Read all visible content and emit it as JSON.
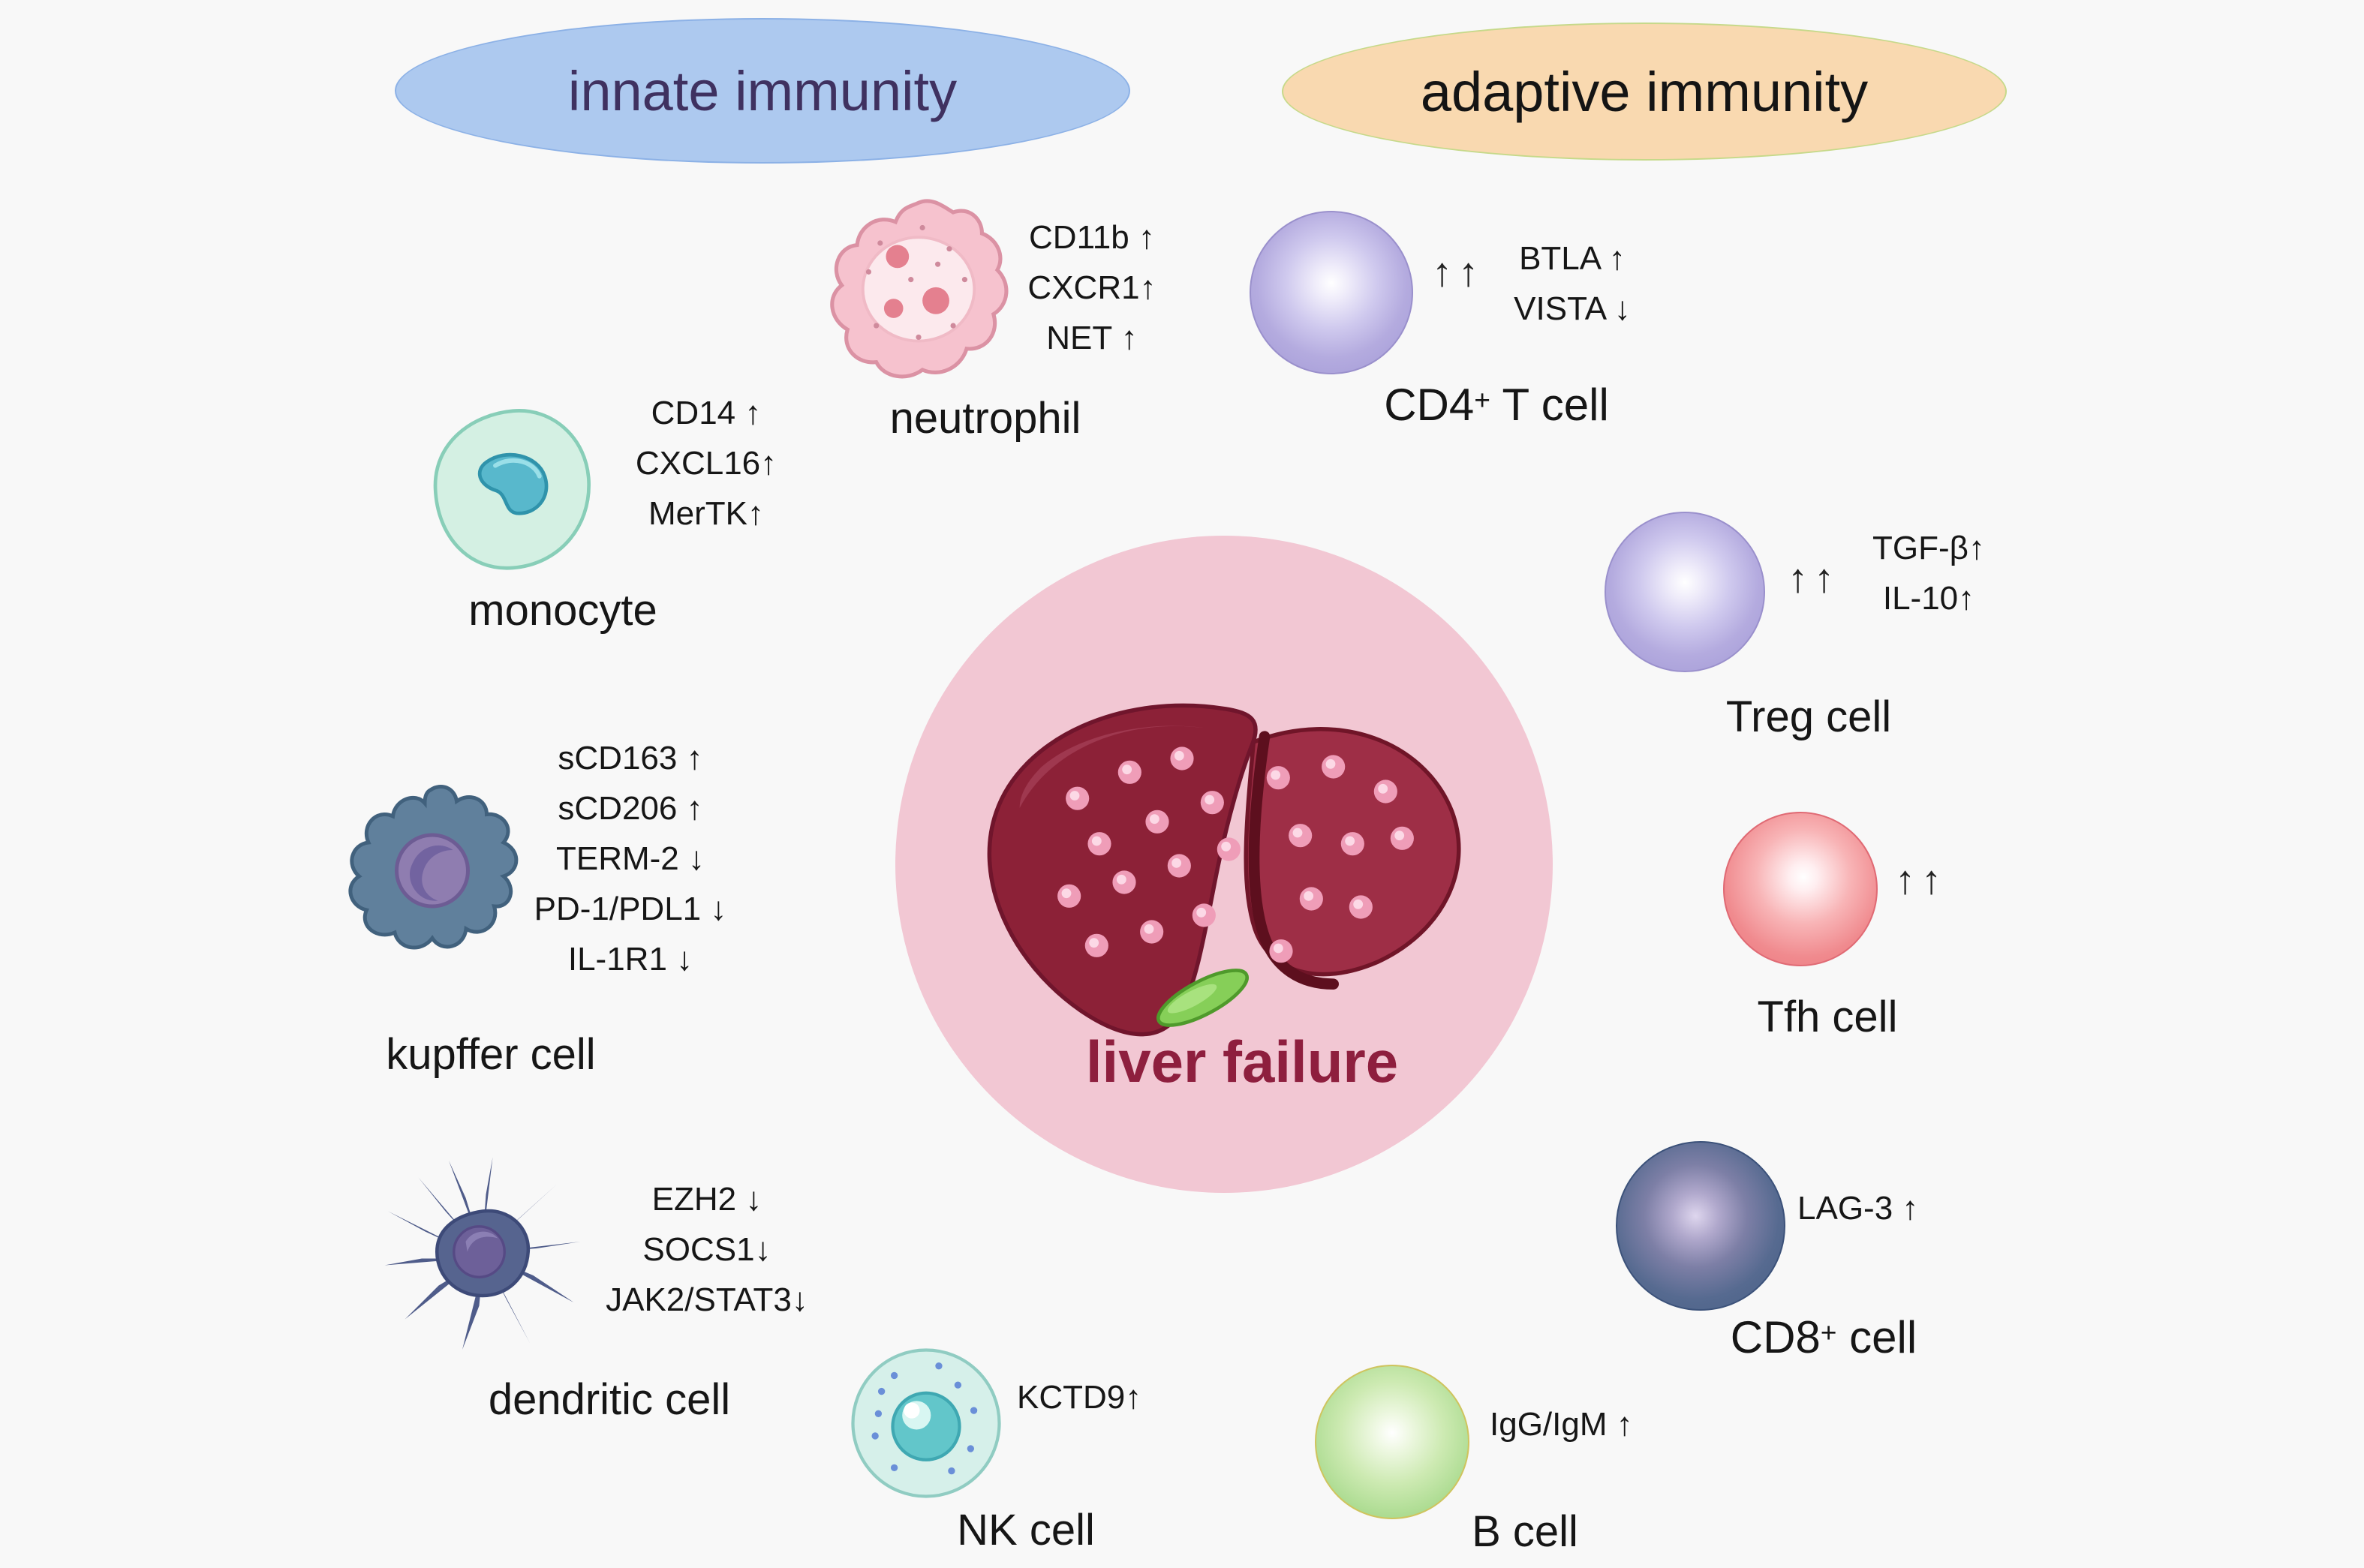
{
  "colors": {
    "background": "#f8f8f8",
    "innate_fill": "#adc9ef",
    "innate_text": "#3f3160",
    "adaptive_fill": "#f9d9b0",
    "adaptive_text": "#141414",
    "center_circle": "#f2c7d3",
    "liver_text": "#8e1f3e"
  },
  "headers": {
    "innate_label": "innate immunity",
    "adaptive_label": "adaptive immunity"
  },
  "center": {
    "label": "liver failure"
  },
  "cells": {
    "neutrophil": {
      "label": "neutrophil",
      "markers": [
        "CD11b ↑",
        "CXCR1↑",
        "NET ↑"
      ]
    },
    "monocyte": {
      "label": "monocyte",
      "markers": [
        "CD14 ↑",
        "CXCL16↑",
        "MerTK↑"
      ]
    },
    "kupffer": {
      "label": "kupffer cell",
      "markers": [
        "sCD163 ↑",
        "sCD206 ↑",
        "TERM-2 ↓",
        "PD-1/PDL1 ↓",
        "IL-1R1 ↓"
      ]
    },
    "dendritic": {
      "label": "dendritic cell",
      "markers": [
        "EZH2 ↓",
        "SOCS1↓",
        "JAK2/STAT3↓"
      ]
    },
    "nk": {
      "label": "NK cell",
      "markers": [
        "KCTD9↑"
      ]
    },
    "cd4": {
      "label_base": "CD4",
      "label_sup": "+",
      "label_rest": " T cell",
      "arrows": "↑↑",
      "markers": [
        "BTLA ↑",
        "VISTA ↓"
      ]
    },
    "treg": {
      "label": "Treg cell",
      "arrows": "↑↑",
      "markers": [
        "TGF-β↑",
        "IL-10↑"
      ]
    },
    "tfh": {
      "label": "Tfh cell",
      "arrows": "↑↑"
    },
    "cd8": {
      "label_base": "CD8",
      "label_sup": "+",
      "label_rest": " cell",
      "markers": [
        "LAG-3 ↑"
      ]
    },
    "b": {
      "label": "B cell",
      "markers": [
        "IgG/IgM ↑"
      ]
    }
  }
}
